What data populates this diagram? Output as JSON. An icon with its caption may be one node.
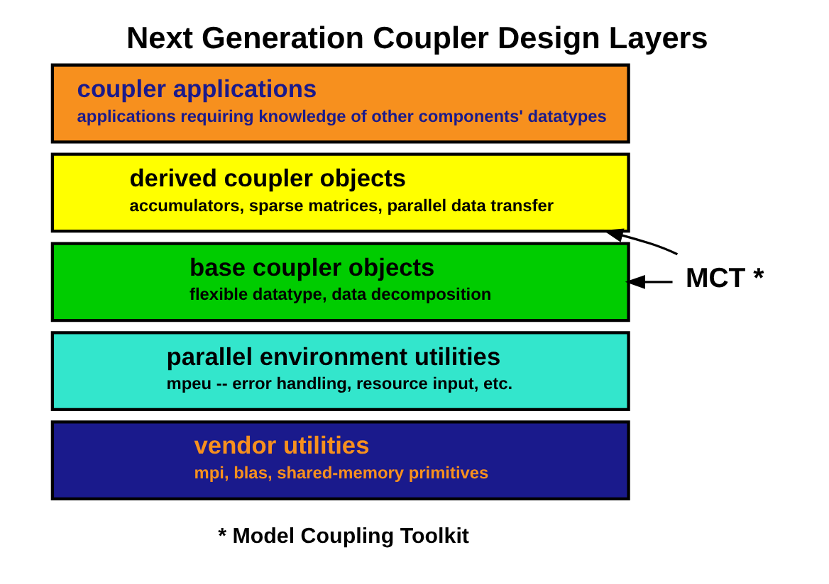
{
  "diagram": {
    "title": "Next Generation Coupler Design Layers",
    "nodes": [
      {
        "text": [
          "coupler applications",
          "applications requiring knowledge of other components' datatypes"
        ]
      },
      {
        "text": [
          "derived coupler objects",
          "accumulators, sparse matrices, parallel data transfer"
        ]
      },
      {
        "text": [
          "base coupler objects",
          "flexible datatype, data decomposition"
        ]
      },
      {
        "text": [
          "parallel environment utilities",
          "mpeu -- error handling, resource input, etc."
        ]
      },
      {
        "text": [
          "vendor utilities",
          "mpi, blas, shared-memory primitives"
        ]
      },
      {
        "text": [
          "MCT *"
        ]
      }
    ],
    "edges": [
      {
        "from": 5,
        "to": 1,
        "arrow": "to"
      },
      {
        "from": 5,
        "to": 2,
        "arrow": "to"
      }
    ],
    "labels": [
      "* Model Coupling Toolkit"
    ]
  }
}
